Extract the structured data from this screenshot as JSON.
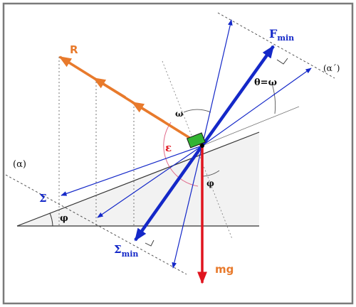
{
  "labels": {
    "resultant": "R",
    "force_min": "F",
    "force_min_sub": "min",
    "sigma": "Σ",
    "sigma_min": "Σ",
    "sigma_min_sub": "min",
    "weight": "mg",
    "theta_omega": "θ=ω",
    "omega": "ω",
    "epsilon": "ε",
    "phi_incline": "φ",
    "phi_center": "φ",
    "line_alpha": "(α)",
    "line_alpha_prime": "(α΄)"
  },
  "colors": {
    "blue": "#1428c8",
    "orange": "#e87a2c",
    "red": "#e0141e",
    "green": "#32b432",
    "pink": "#e06a8a",
    "frame": "#7a7a7a",
    "incline_fill": "#f2f2f2"
  }
}
